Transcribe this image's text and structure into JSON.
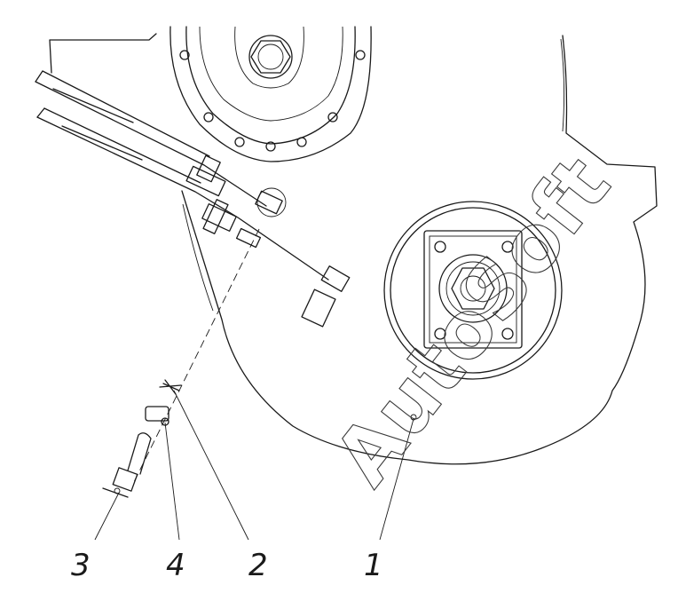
{
  "watermark": "AutoSoft",
  "callouts": [
    {
      "id": "3",
      "label": "3"
    },
    {
      "id": "4",
      "label": "4"
    },
    {
      "id": "2",
      "label": "2"
    },
    {
      "id": "1",
      "label": "1"
    }
  ]
}
